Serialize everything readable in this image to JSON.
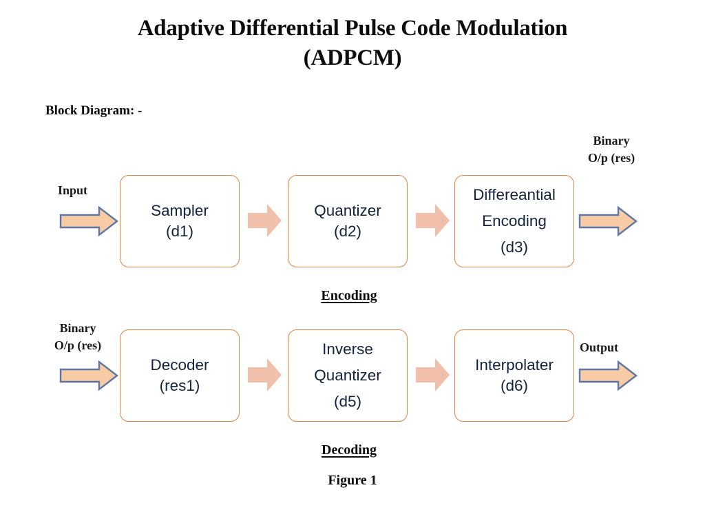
{
  "document": {
    "title_line1": "Adaptive Differential Pulse Code Modulation",
    "title_line2": "(ADPCM)",
    "section_label": "Block Diagram: -",
    "figure_caption": "Figure 1"
  },
  "colors": {
    "block_border": "#E4833D",
    "block_fill": "#FFFFFF",
    "block_text": "#12233F",
    "flow_arrow_fill": "#F0C0AC",
    "io_arrow_fill": "#F7CBA4",
    "io_arrow_stroke": "#5C77A5",
    "heading_text": "#0D0D0D"
  },
  "stages": [
    {
      "name": "encoding",
      "label": "Encoding",
      "blocks": [
        {
          "id": "sampler",
          "lines": [
            "Sampler",
            "(d1)"
          ]
        },
        {
          "id": "quantizer",
          "lines": [
            "Quantizer",
            "(d2)"
          ]
        },
        {
          "id": "diff-enc",
          "lines": [
            "Differeantial",
            "Encoding",
            "(d3)"
          ]
        }
      ],
      "input_label": {
        "lines": [
          "Input"
        ]
      },
      "output_label": {
        "lines": [
          "Binary",
          "O/p (res)"
        ]
      }
    },
    {
      "name": "decoding",
      "label": "Decoding",
      "blocks": [
        {
          "id": "decoder",
          "lines": [
            "Decoder",
            "(res1)"
          ]
        },
        {
          "id": "inv-quant",
          "lines": [
            "Inverse",
            "Quantizer",
            "(d5)"
          ]
        },
        {
          "id": "interpolater",
          "lines": [
            "Interpolater",
            "(d6)"
          ]
        }
      ],
      "input_label": {
        "lines": [
          "Binary",
          "O/p (res)"
        ]
      },
      "output_label": {
        "lines": [
          "Output"
        ]
      }
    }
  ],
  "labels": {
    "input": "Input",
    "binary_out_line1": "Binary",
    "binary_out_line2": "O/p (res)",
    "binary_in_line1": "Binary",
    "binary_in_line2": "O/p (res)",
    "output": "Output",
    "encoding": "Encoding",
    "decoding": "Decoding"
  },
  "blocks": {
    "sampler": {
      "line1": "Sampler",
      "line2": "(d1)",
      "line3": ""
    },
    "quantizer": {
      "line1": "Quantizer",
      "line2": "(d2)",
      "line3": ""
    },
    "diff_enc": {
      "line1": "Differeantial",
      "line2": "Encoding",
      "line3": "(d3)"
    },
    "decoder": {
      "line1": "Decoder",
      "line2": "(res1)",
      "line3": ""
    },
    "inv_quant": {
      "line1": "Inverse",
      "line2": "Quantizer",
      "line3": "(d5)"
    },
    "interpolater": {
      "line1": "Interpolater",
      "line2": "(d6)",
      "line3": ""
    }
  }
}
